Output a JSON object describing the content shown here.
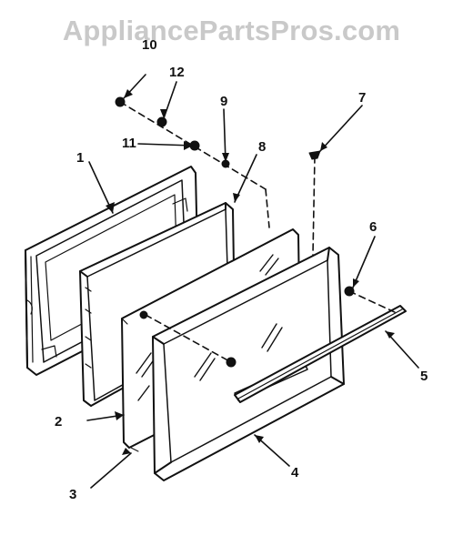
{
  "watermark": "AppliancePartsPros.com",
  "callouts": {
    "c1": "1",
    "c2": "2",
    "c3": "3",
    "c4": "4",
    "c5": "5",
    "c6": "6",
    "c7": "7",
    "c8": "8",
    "c9": "9",
    "c10": "10",
    "c11": "11",
    "c12": "12"
  },
  "colors": {
    "line": "#111111",
    "watermark": "#c9c9c9",
    "background": "#ffffff"
  }
}
